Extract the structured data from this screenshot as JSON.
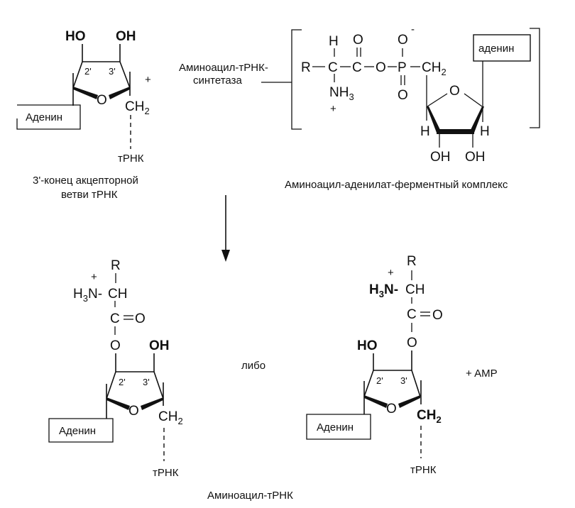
{
  "diagram": {
    "title": "Aminoacylation of tRNA",
    "top_left": {
      "ho_label": "HO",
      "oh_label": "OH",
      "c2_label": "2'",
      "c3_label": "3'",
      "ring_o": "O",
      "ch2": "CH",
      "ch2_sub": "2",
      "plus": "+",
      "base": "Аденин",
      "trna": "тРНК",
      "caption_line1": "3'-конец акцепторной",
      "caption_line2": "ветви тРНК"
    },
    "enzyme_label_line1": "Аминоацил-тРНК-",
    "enzyme_label_line2": "синтетаза",
    "complex": {
      "r": "R",
      "c_alpha": "C",
      "h": "H",
      "nh": "NH",
      "nh_sub": "3",
      "nh_plus": "+",
      "c_carbonyl": "C",
      "o_double": "O",
      "o_ester": "O",
      "p": "P",
      "o_minus": "O",
      "minus": "-",
      "o_p_double": "O",
      "ch2": "CH",
      "ch2_sub": "2",
      "ring_o": "O",
      "h_left": "H",
      "h_right": "H",
      "oh_left": "OH",
      "oh_right": "OH",
      "base": "аденин",
      "caption": "Аминоацил-аденилат-ферментный комплекс"
    },
    "product_2": {
      "r": "R",
      "plus": "+",
      "h3n": "H",
      "h3n_sub": "3",
      "h3n_rest": "N-",
      "ch": "CH",
      "c": "C",
      "o_double": "O",
      "o_ester": "O",
      "oh_label": "OH",
      "c2_label": "2'",
      "c3_label": "3'",
      "ring_o": "O",
      "ch2": "CH",
      "ch2_sub": "2",
      "base": "Аденин",
      "trna": "тРНК"
    },
    "either_label": "либо",
    "product_3": {
      "r": "R",
      "plus": "+",
      "h3n": "H",
      "h3n_sub": "3",
      "h3n_rest": "N-",
      "ch": "CH",
      "c": "C",
      "o_double": "O",
      "o_ester": "O",
      "ho_label": "HO",
      "c2_label": "2'",
      "c3_label": "3'",
      "ring_o": "O",
      "ch2": "CH",
      "ch2_sub": "2",
      "base": "Аденин",
      "trna": "тРНК"
    },
    "plus_amp": "+ AMP",
    "product_caption": "Аминоацил-тРНК"
  }
}
